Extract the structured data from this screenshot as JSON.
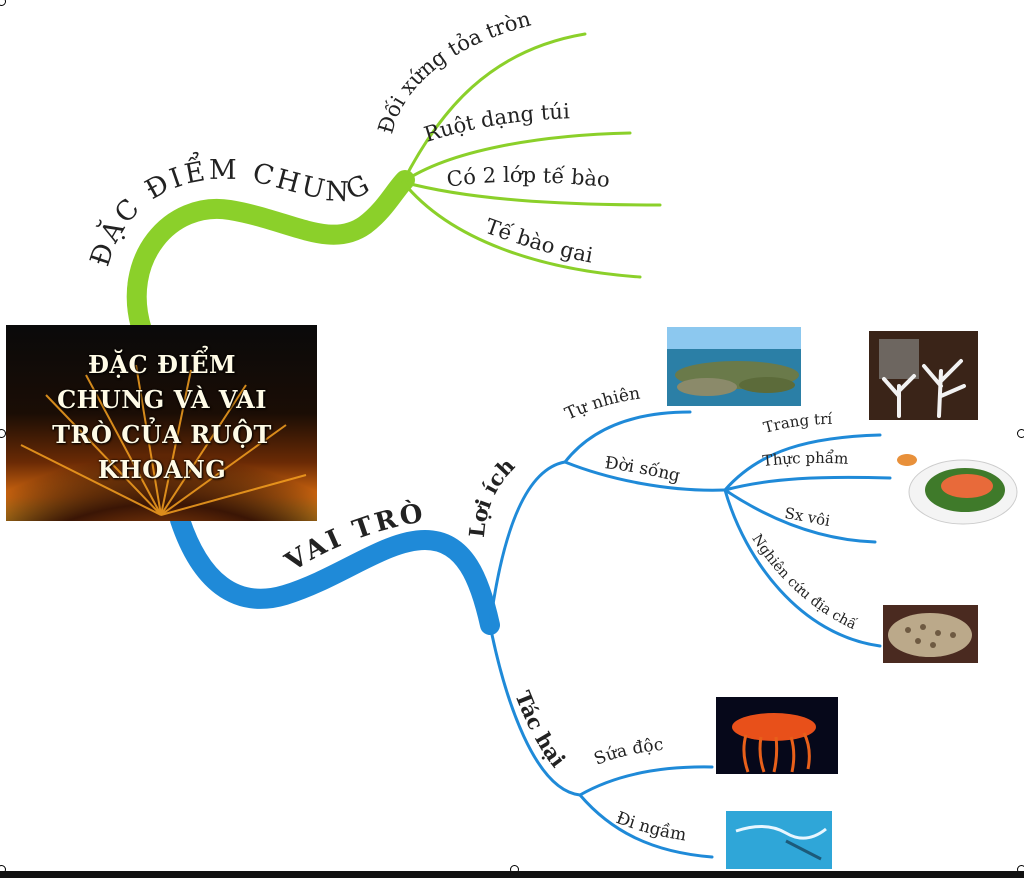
{
  "central": {
    "lines": [
      "ĐẶC ĐIỂM",
      "CHUNG VÀ VAI",
      "TRÒ CỦA RUỘT",
      "KHOANG"
    ]
  },
  "branches": {
    "dac_diem": {
      "label": "ĐẶC ĐIỂM CHUNG",
      "color": "#8bd02a",
      "items": [
        "Đối xứng tỏa tròn",
        "Ruột dạng túi",
        "Có 2 lớp tế bào",
        "Tế bào gai"
      ]
    },
    "vai_tro": {
      "label": "VAI TRÒ",
      "color": "#1f8ad8",
      "loi_ich": {
        "label": "Lợi ích",
        "tu_nhien": "Tự nhiên",
        "doi_song": {
          "label": "Đời sống",
          "items": [
            "Trang trí",
            "Thực phẩm",
            "Sx vôi",
            "Nghiên cứu địa chất"
          ]
        }
      },
      "tac_hai": {
        "label": "Tác hại",
        "items": [
          "Sứa độc",
          "Đi ngầm"
        ]
      }
    }
  },
  "images": [
    "coral-island-photo",
    "white-coral-photo",
    "seafood-dish-photo",
    "coral-fossil-photo",
    "jellyfish-photo",
    "sea-chart-photo"
  ]
}
